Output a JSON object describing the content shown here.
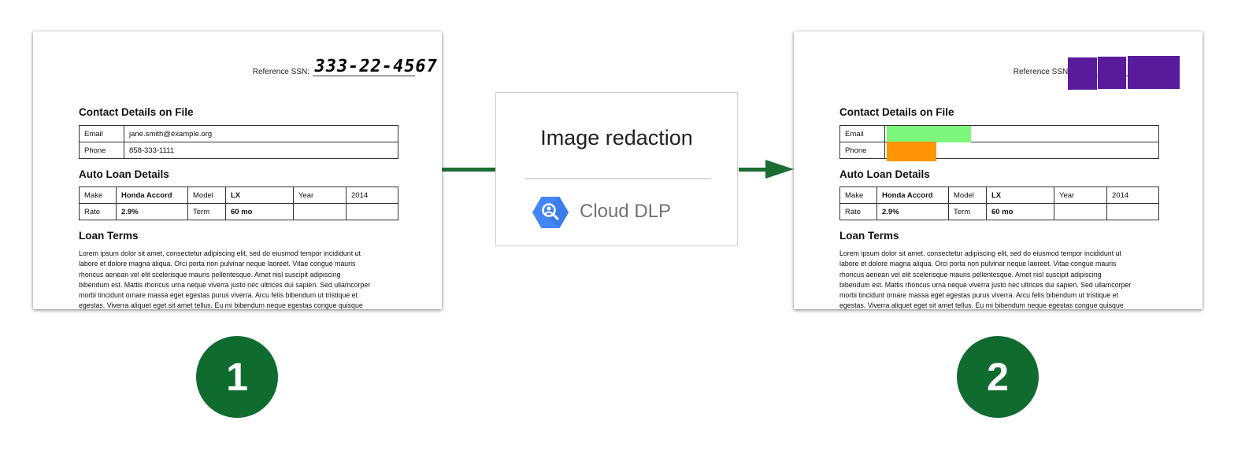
{
  "original_doc": {
    "reference_label": "Reference SSN:",
    "ssn_handwritten": "333-22-4567",
    "contact_title": "Contact Details on File",
    "contact_rows": [
      {
        "label": "Email",
        "value": "jane.smith@example.org"
      },
      {
        "label": "Phone",
        "value": "858-333-1111"
      }
    ],
    "loan_title": "Auto Loan Details",
    "loan_rows": [
      {
        "c1": "Make",
        "c2": "Honda Accord",
        "c3": "Model",
        "c4": "LX",
        "c5": "Year",
        "c6": "2014"
      },
      {
        "c1": "Rate",
        "c2": "2.9%",
        "c3": "Term",
        "c4": "60 mo",
        "c5": "",
        "c6": ""
      }
    ],
    "terms_title": "Loan Terms",
    "lorem_lines": [
      "Lorem ipsum dolor sit amet, consectetur adipiscing elit, sed do eiusmod tempor incididunt ut",
      "labore et dolore magna aliqua. Orci porta non pulvinar neque laoreet. Vitae congue mauris",
      "rhoncus aenean vel elit scelerisque mauris pellentesque. Amet nisl suscipit adipiscing",
      "bibendum est. Mattis rhoncus urna neque viverra justo nec ultrices dui sapien. Sed ullamcorper",
      "morbi tincidunt ornare massa eget egestas purus viverra. Arcu felis bibendum ut tristique et",
      "egestas. Viverra aliquet eget sit amet tellus. Eu mi bibendum neque egestas congue quisque"
    ]
  },
  "redacted_doc": {
    "reference_label": "Reference SSN:",
    "contact_title": "Contact Details on File",
    "contact_labels": [
      "Email",
      "Phone"
    ],
    "loan_title": "Auto Loan Details",
    "loan_rows": [
      {
        "c1": "Make",
        "c2": "Honda Accord",
        "c3": "Model",
        "c4": "LX",
        "c5": "Year",
        "c6": "2014"
      },
      {
        "c1": "Rate",
        "c2": "2.9%",
        "c3": "Term",
        "c4": "60 mo",
        "c5": "",
        "c6": ""
      }
    ],
    "terms_title": "Loan Terms",
    "redaction_colors": {
      "ssn": "#5a1a9c",
      "email": "#7cf77b",
      "phone": "#ff9505"
    }
  },
  "process": {
    "title": "Image redaction",
    "service_label": "Cloud DLP",
    "icon": "cloud-dlp-icon"
  },
  "steps": {
    "first": "1",
    "second": "2"
  },
  "colors": {
    "accent_green": "#0f6b2e",
    "arrow_green": "#1c6d32",
    "dlp_blue": "#4285f4"
  }
}
